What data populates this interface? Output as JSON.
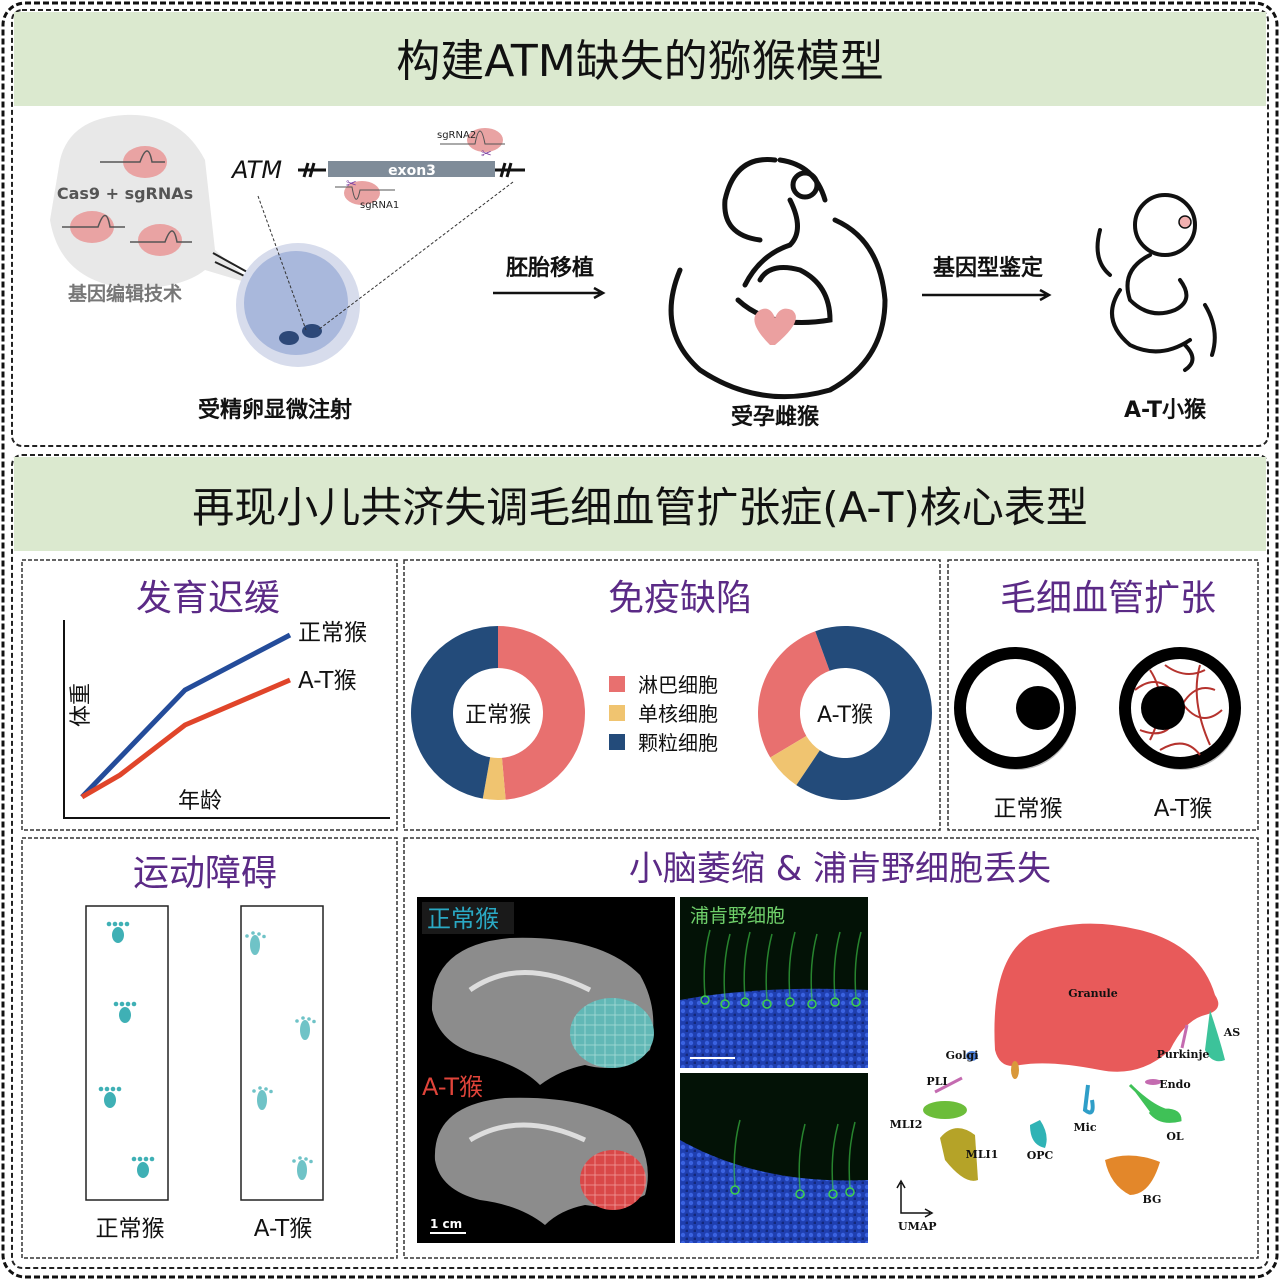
{
  "colors": {
    "header_bg": "#dbe9cf",
    "panel_title": "#5b2a86",
    "lymphocyte": "#e8706f",
    "monocyte": "#f0c470",
    "granulocyte": "#234b7a",
    "growth_normal": "#244c9a",
    "growth_at": "#e0452a",
    "cerebellum_normal": "#62b8b6",
    "cerebellum_at": "#d94848"
  },
  "section1": {
    "title": "构建ATM缺失的猕猴模型",
    "editing": {
      "reagent": "Cas9 + sgRNAs",
      "label": "基因编辑技术"
    },
    "gene": {
      "name": "ATM",
      "exon": "exon3",
      "sgrna1": "sgRNA1",
      "sgrna2": "sgRNA2"
    },
    "step1_label": "受精卵显微注射",
    "arrow1_label": "胚胎移植",
    "step2_label": "受孕雌猴",
    "arrow2_label": "基因型鉴定",
    "step3_label": "A-T小猴"
  },
  "section2": {
    "title": "再现小儿共济失调毛细血管扩张症(A-T)核心表型",
    "growth": {
      "title": "发育迟缓",
      "ylabel": "体重",
      "xlabel": "年龄",
      "legend_normal": "正常猴",
      "legend_at": "A-T猴"
    },
    "immune": {
      "title": "免疫缺陷",
      "donut_normal_label": "正常猴",
      "donut_at_label": "A-T猴",
      "legend": [
        "淋巴细胞",
        "单核细胞",
        "颗粒细胞"
      ],
      "normal_fractions": [
        0.486,
        0.042,
        0.472
      ],
      "at_fractions": [
        0.28,
        0.07,
        0.65
      ]
    },
    "telangiectasia": {
      "title": "毛细血管扩张",
      "normal_label": "正常猴",
      "at_label": "A-T猴"
    },
    "motor": {
      "title": "运动障碍",
      "normal_label": "正常猴",
      "at_label": "A-T猴"
    },
    "cerebellum": {
      "title": "小脑萎缩 & 浦肯野细胞丢失",
      "mri_normal_label": "正常猴",
      "mri_at_label": "A-T猴",
      "scale_label": "1 cm",
      "fluor_label": "浦肯野细胞",
      "umap": {
        "axis_label": "UMAP",
        "clusters": [
          "Granule",
          "AS",
          "Purkinje",
          "Golgi",
          "Endo",
          "PLI",
          "MLI2",
          "MLI1",
          "OPC",
          "Mic",
          "OL",
          "BG"
        ]
      }
    }
  }
}
